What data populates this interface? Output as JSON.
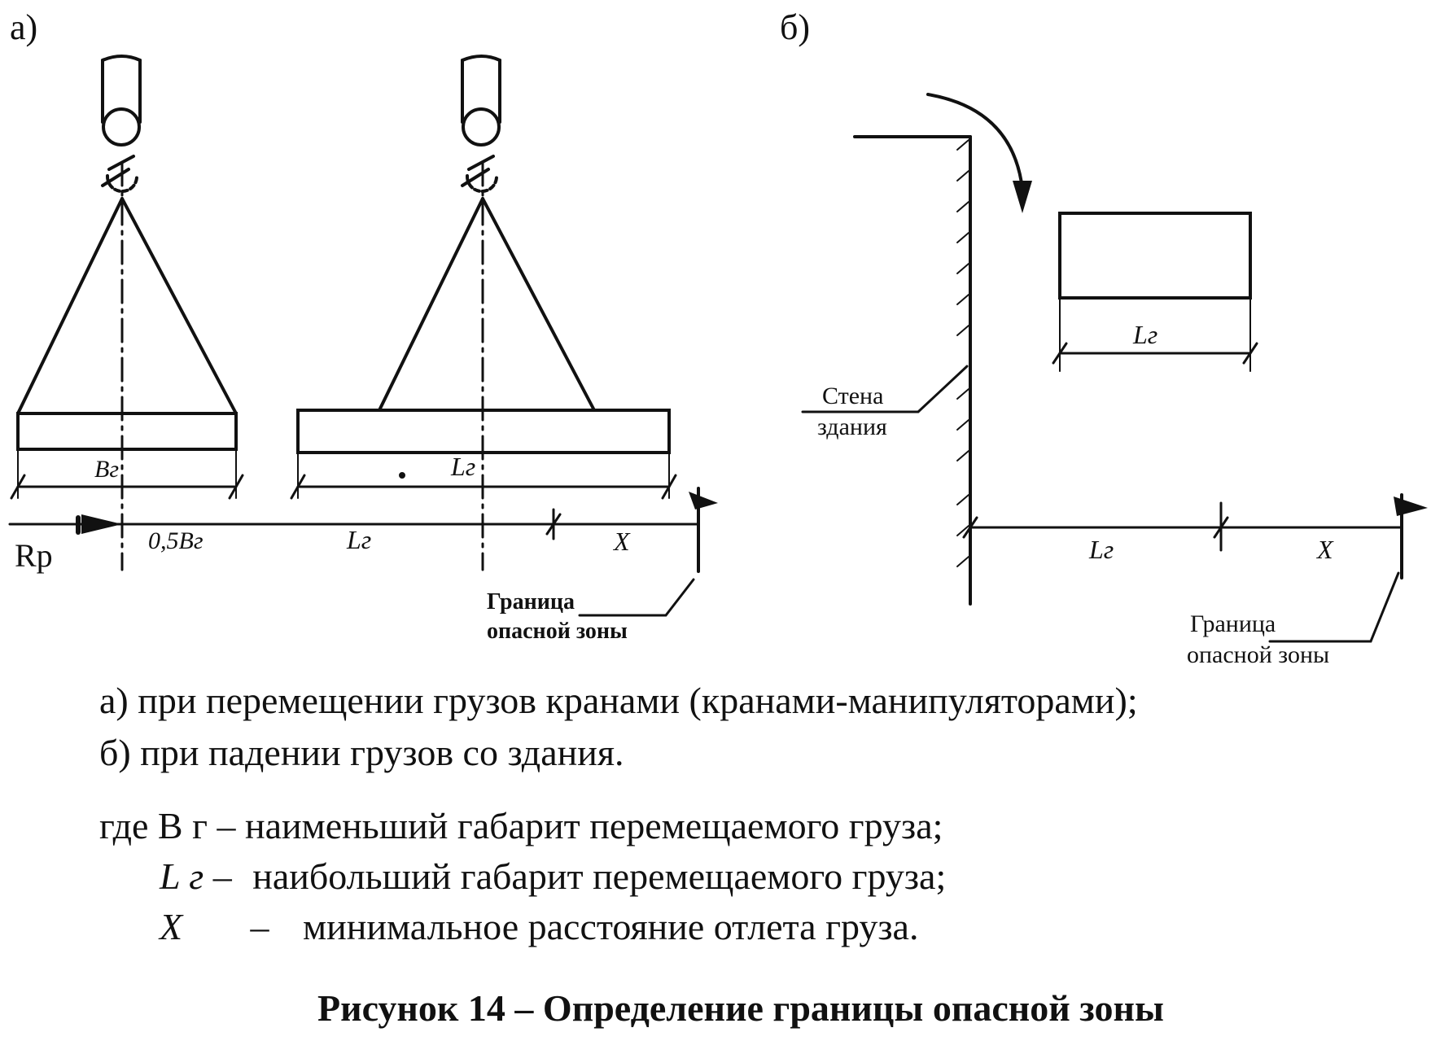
{
  "panel_a": {
    "letter": "а)",
    "dim_load_width": "Вг",
    "dim_load_length": "Lг",
    "dim_half_width": "0,5Вг",
    "dim_length": "Lг",
    "dim_x": "X",
    "radius_label": "Rp",
    "zone_label_line1": "Граница",
    "zone_label_line2": "опасной зоны"
  },
  "panel_b": {
    "letter": "б)",
    "wall_label_line1": "Стена",
    "wall_label_line2": "здания",
    "dim_load_length": "Lг",
    "dim_length": "Lг",
    "dim_x": "X",
    "zone_label_line1": "Граница",
    "zone_label_line2": "опасной зоны"
  },
  "captions": {
    "a": "а) при перемещении грузов кранами (кранами-манипуляторами);",
    "b": "б) при падении грузов со здания."
  },
  "definitions": [
    {
      "prefix": "где ",
      "symbol": "В г",
      "dash": "–",
      "text": "наименьший габарит перемещаемого груза;"
    },
    {
      "prefix": "",
      "symbol": "L г",
      "dash": "–",
      "text": "наибольший габарит перемещаемого груза;"
    },
    {
      "prefix": "",
      "symbol": "X",
      "dash": "–",
      "text": "минимальное расстояние отлета груза."
    }
  ],
  "figure_title": "Рисунок 14 – Определение границы опасной зоны"
}
